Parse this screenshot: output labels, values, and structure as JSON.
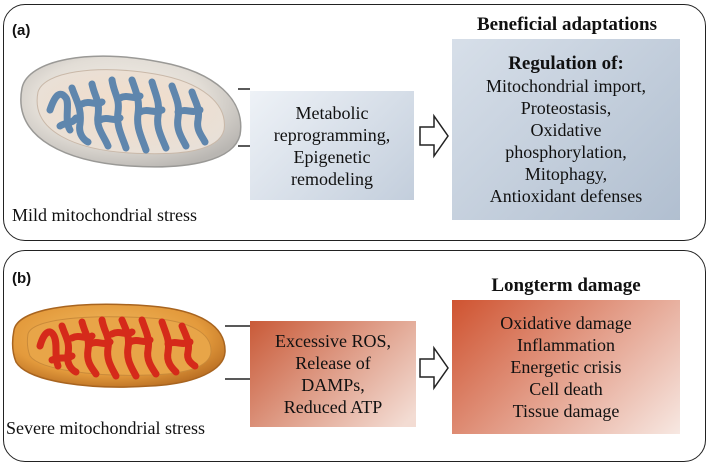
{
  "panel_a": {
    "letter": "(a)",
    "caption": "Mild mitochondrial stress",
    "mechanism_lines": [
      "Metabolic",
      "reprogramming,",
      "Epigenetic",
      "remodeling"
    ],
    "outcome_heading": "Beneficial adaptations",
    "outcome_title": "Regulation of:",
    "outcome_lines": [
      "Mitochondrial import,",
      "Proteostasis,",
      "Oxidative",
      "phosphorylation,",
      "Mitophagy,",
      "Antioxidant defenses"
    ]
  },
  "panel_b": {
    "letter": "(b)",
    "caption": "Severe mitochondrial stress",
    "mechanism_lines": [
      "Excessive ROS,",
      "Release of",
      "DAMPs,",
      "Reduced ATP"
    ],
    "outcome_heading": "Longterm damage",
    "outcome_lines": [
      "Oxidative damage",
      "Inflammation",
      "Energetic crisis",
      "Cell death",
      "Tissue damage"
    ]
  },
  "colors": {
    "mild_cristae": "#5f86ad",
    "mild_membrane": "#dcdcdc",
    "severe_cristae": "#d52a1a",
    "severe_membrane": "#e6a548",
    "box_blue": "#c3cedc",
    "box_red": "#cf5330"
  }
}
